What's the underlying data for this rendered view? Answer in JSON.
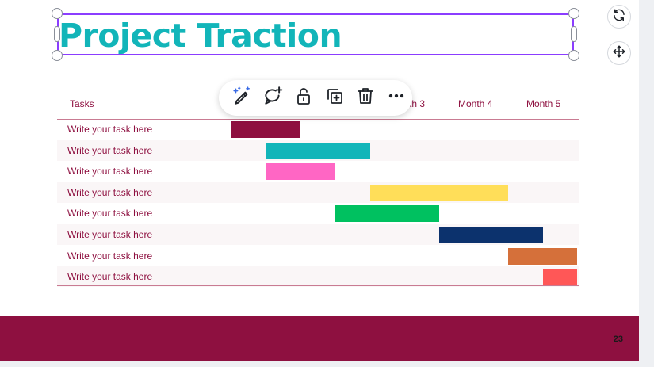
{
  "slide": {
    "title": "Project Traction",
    "page_number": "23"
  },
  "gantt": {
    "headers": {
      "tasks": "Tasks",
      "month3_partial": "th 3",
      "month4": "Month 4",
      "month5": "Month 5"
    },
    "rows": [
      {
        "label": "Write your task here",
        "color": "#8e1040",
        "start_month": 1.0,
        "end_month": 2.0
      },
      {
        "label": "Write your task here",
        "color": "#12b5b9",
        "start_month": 1.5,
        "end_month": 3.0
      },
      {
        "label": "Write your task here",
        "color": "#ff66c4",
        "start_month": 1.5,
        "end_month": 2.5
      },
      {
        "label": "Write your task here",
        "color": "#ffde59",
        "start_month": 3.0,
        "end_month": 5.0
      },
      {
        "label": "Write your task here",
        "color": "#00c160",
        "start_month": 2.5,
        "end_month": 4.0
      },
      {
        "label": "Write your task here",
        "color": "#0c326d",
        "start_month": 4.0,
        "end_month": 5.5
      },
      {
        "label": "Write your task here",
        "color": "#d5703a",
        "start_month": 5.0,
        "end_month": 6.0
      },
      {
        "label": "Write your task here",
        "color": "#ff5757",
        "start_month": 5.5,
        "end_month": 6.0
      }
    ]
  },
  "toolbar": {
    "items": [
      "magic-edit-icon",
      "add-comment-icon",
      "unlock-icon",
      "duplicate-icon",
      "delete-icon",
      "more-options-icon"
    ]
  },
  "side_buttons": [
    "rotate-icon",
    "move-icon"
  ],
  "colors": {
    "title": "#12b5b9",
    "accent": "#8e1040",
    "selection": "#8b3dff"
  }
}
